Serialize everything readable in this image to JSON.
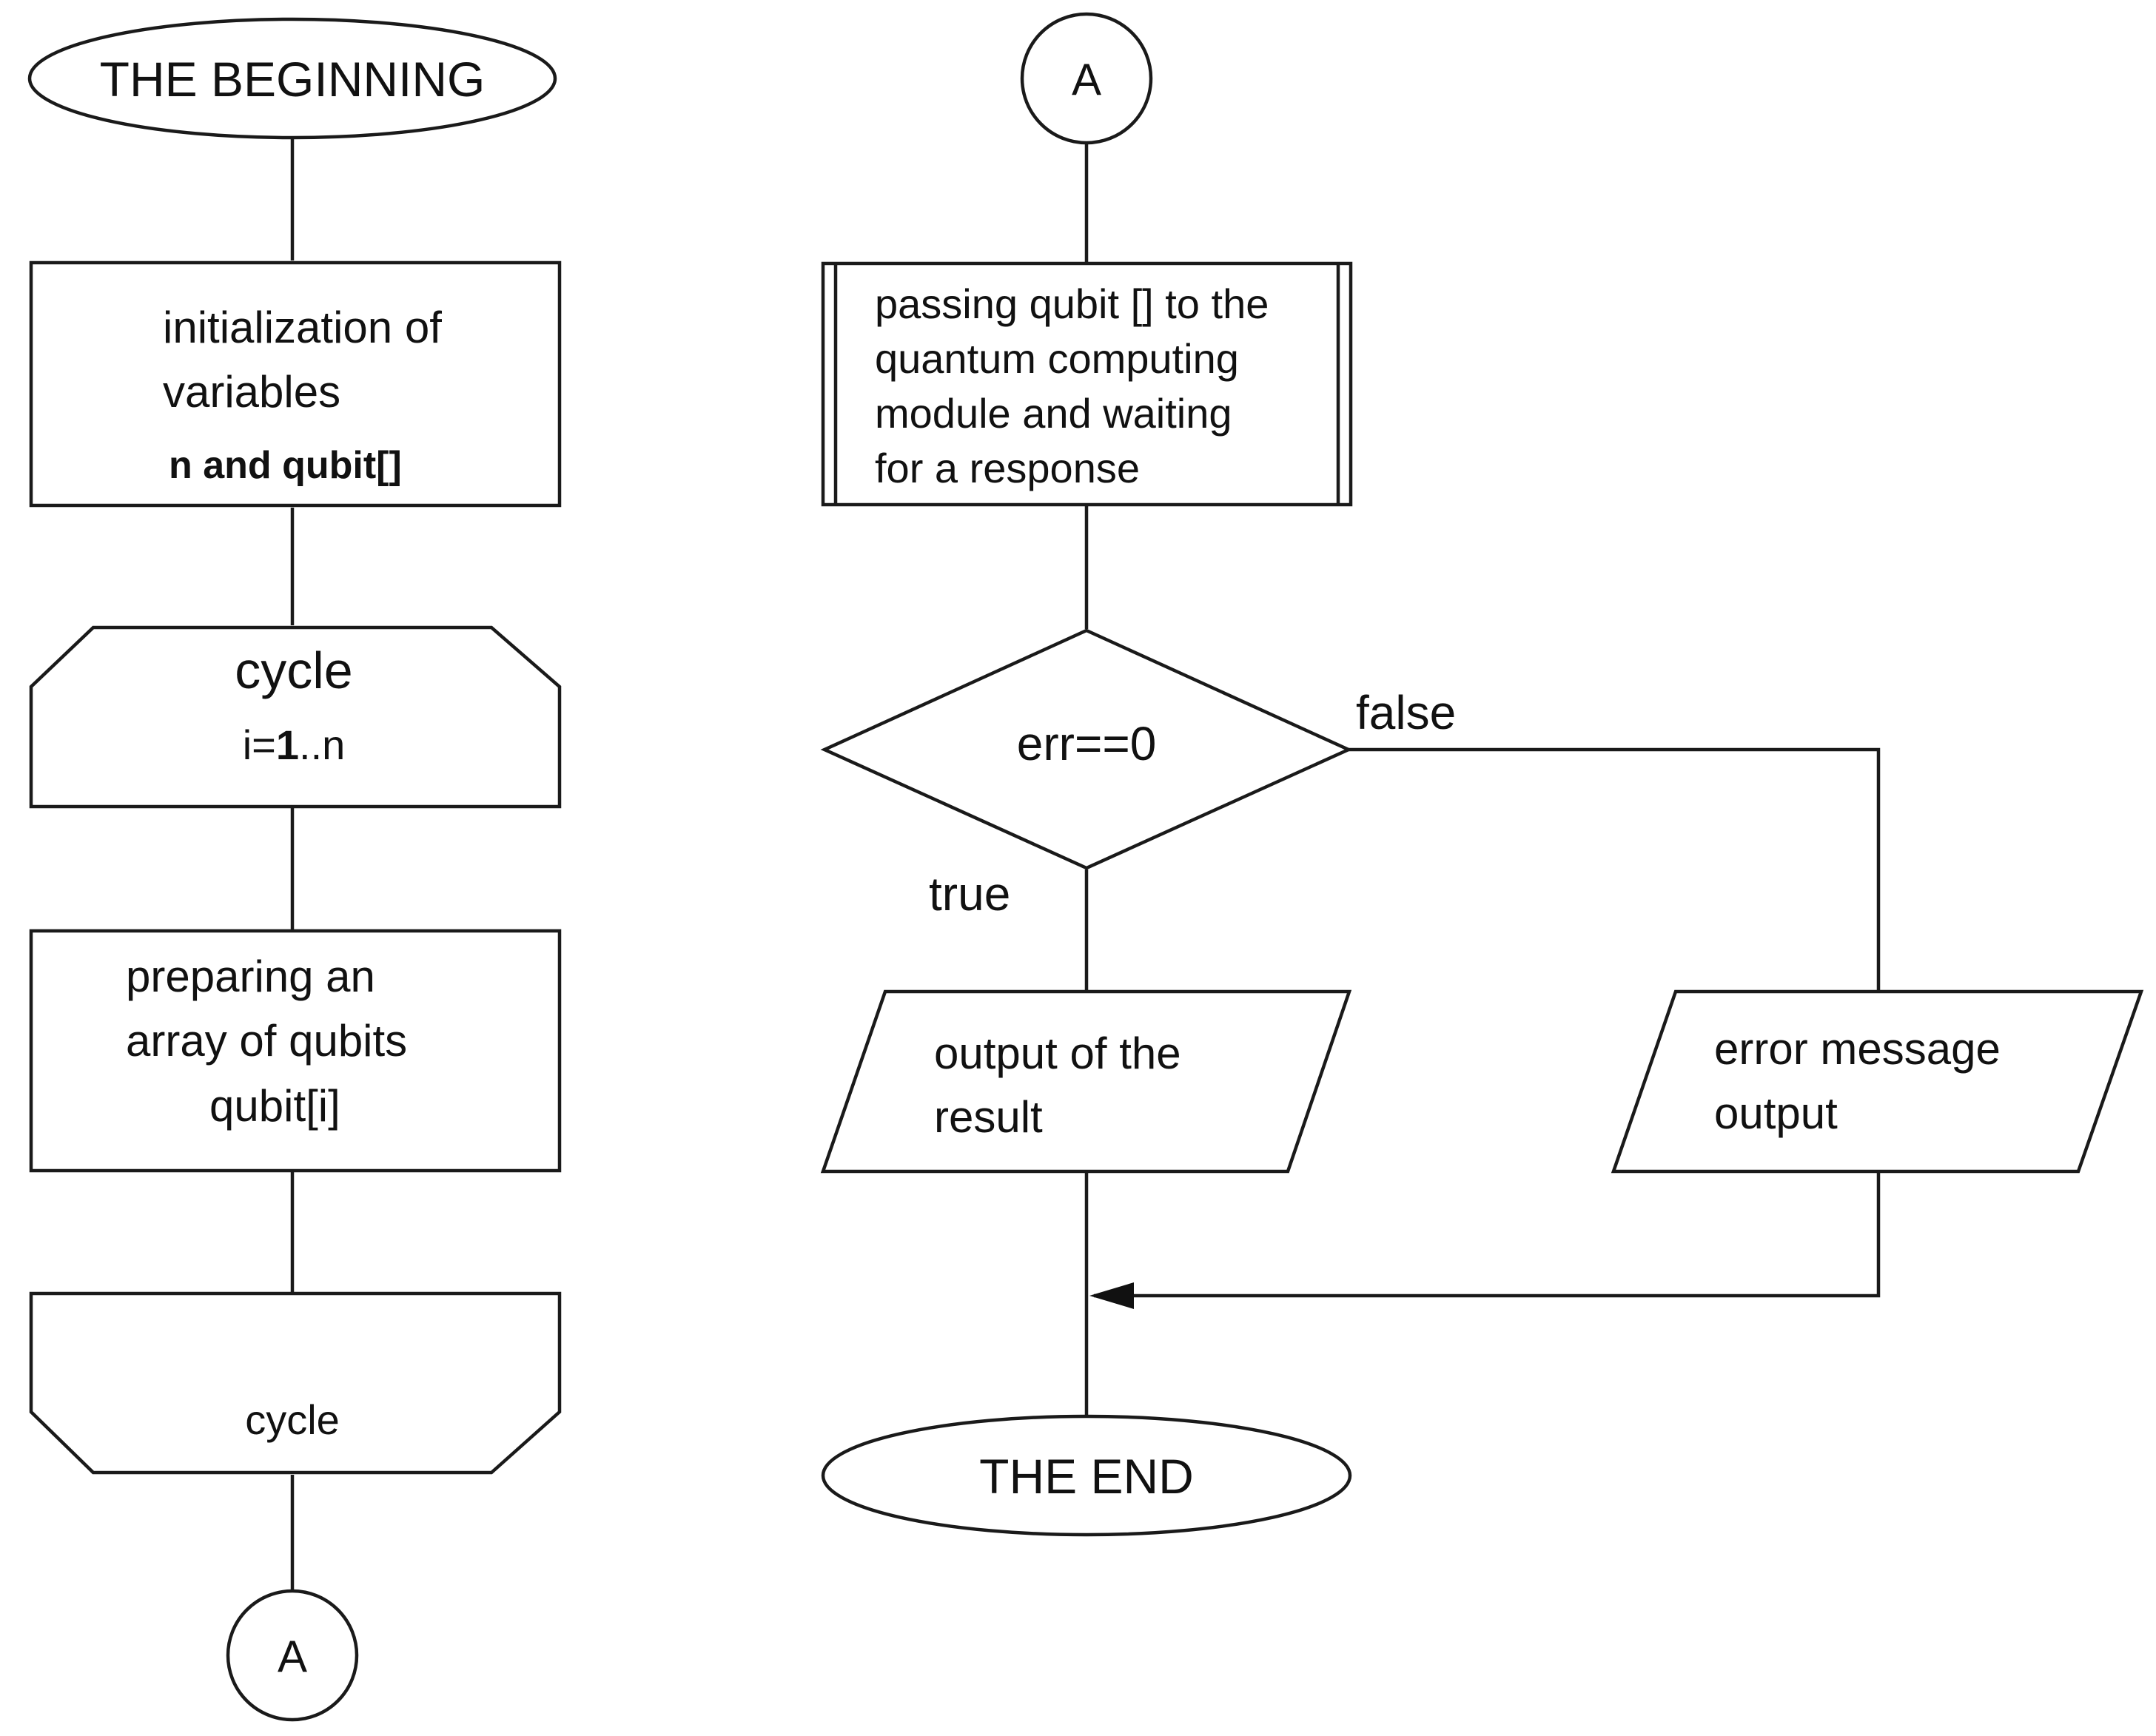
{
  "nodes": {
    "start": {
      "label": "THE BEGINNING"
    },
    "init": {
      "lines": [
        "initialization of",
        "variables",
        "n and qubit[]"
      ]
    },
    "loop_start": {
      "title": "cycle",
      "range_prefix": "i=",
      "range_bold": "1",
      "range_suffix": "..n"
    },
    "prepare": {
      "lines": [
        "preparing an",
        "array of qubits",
        "qubit[i]"
      ]
    },
    "loop_end": {
      "label": "cycle"
    },
    "connector_out": {
      "label": "A"
    },
    "connector_in": {
      "label": "A"
    },
    "subprocess": {
      "lines": [
        "passing qubit [] to the",
        "quantum computing",
        "module and waiting",
        "for a response"
      ]
    },
    "decision": {
      "label": "err==0",
      "true_label": "true",
      "false_label": "false"
    },
    "output_result": {
      "lines": [
        "output of the",
        "result"
      ]
    },
    "output_error": {
      "lines": [
        "error message",
        "output"
      ]
    },
    "end": {
      "label": "THE END"
    }
  },
  "colors": {
    "stroke": "#1a1a1a",
    "fill": "#ffffff",
    "text": "#111111"
  }
}
